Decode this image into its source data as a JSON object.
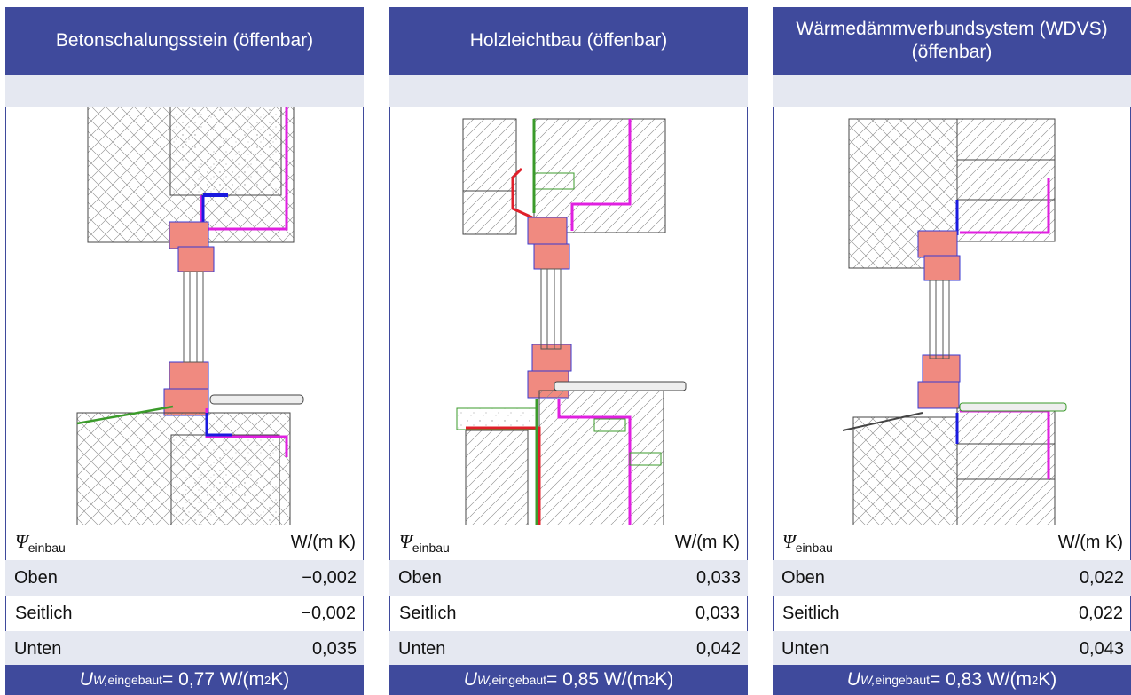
{
  "panels": [
    {
      "title": "Betonschalungsstein (öffenbar)",
      "psi_symbol": "Ψ",
      "psi_sub": "einbau",
      "unit": "W/(m K)",
      "rows": [
        {
          "label": "Oben",
          "value": "−0,002"
        },
        {
          "label": "Seitlich",
          "value": "−0,002"
        },
        {
          "label": "Unten",
          "value": "0,035"
        }
      ],
      "footer": {
        "sym": "U",
        "sub": "W,",
        "sub2": "eingebaut",
        "text": " = 0,77 W/(m",
        "sup": "2",
        "tail": " K)"
      }
    },
    {
      "title": "Holzleichtbau (öffenbar)",
      "psi_symbol": "Ψ",
      "psi_sub": "einbau",
      "unit": "W/(m K)",
      "rows": [
        {
          "label": "Oben",
          "value": "0,033"
        },
        {
          "label": "Seitlich",
          "value": "0,033"
        },
        {
          "label": "Unten",
          "value": "0,042"
        }
      ],
      "footer": {
        "sym": "U",
        "sub": "W,",
        "sub2": "eingebaut",
        "text": " = 0,85 W/(m",
        "sup": "2",
        "tail": " K)"
      }
    },
    {
      "title": "Wärmedämmverbundsystem (WDVS) (öffenbar)",
      "psi_symbol": "Ψ",
      "psi_sub": "einbau",
      "unit": "W/(m K)",
      "rows": [
        {
          "label": "Oben",
          "value": "0,022"
        },
        {
          "label": "Seitlich",
          "value": "0,022"
        },
        {
          "label": "Unten",
          "value": "0,043"
        }
      ],
      "footer": {
        "sym": "U",
        "sub": "W,",
        "sub2": "eingebaut",
        "text": " = 0,83 W/(m",
        "sup": "2",
        "tail": " K)"
      }
    }
  ],
  "colors": {
    "header": "#3f4a9c",
    "band": "#e5e8f1",
    "frame": "#f08a80",
    "seal": "#e020e0",
    "insulation_blue": "#1a1adf",
    "green": "#3b9b2b",
    "red": "#e0202a"
  }
}
